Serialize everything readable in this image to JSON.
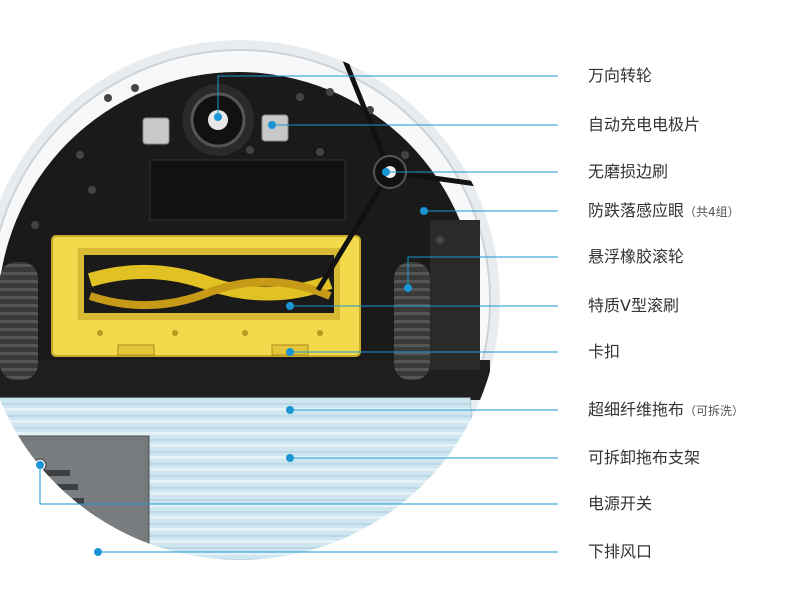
{
  "colors": {
    "accent": "#1a96d4",
    "robot_body": "#1a1a1a",
    "robot_shell": "#e9ecef",
    "brush_frame": "#f3d94c",
    "mop_cloth": "#c9e3ee",
    "wheel": "#3a3a3a",
    "text": "#333333"
  },
  "annotations": [
    {
      "label": "万向转轮",
      "note": ""
    },
    {
      "label": "自动充电电极片",
      "note": ""
    },
    {
      "label": "无磨损边刷",
      "note": ""
    },
    {
      "label": "防跌落感应眼",
      "note": "（共4组）"
    },
    {
      "label": "悬浮橡胶滚轮",
      "note": ""
    },
    {
      "label": "特质V型滚刷",
      "note": ""
    },
    {
      "label": "卡扣",
      "note": ""
    },
    {
      "label": "超细纤维拖布",
      "note": "（可拆洗）"
    },
    {
      "label": "可拆卸拖布支架",
      "note": ""
    },
    {
      "label": "电源开关",
      "note": ""
    },
    {
      "label": "下排风口",
      "note": ""
    }
  ]
}
